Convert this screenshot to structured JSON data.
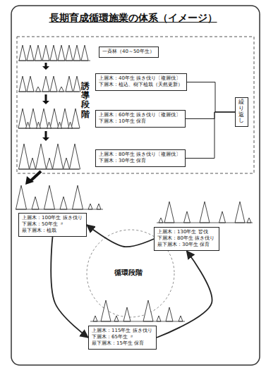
{
  "diagram": {
    "title": "長期育成循環施業の体系（イメージ）",
    "nodes": [
      {
        "text": [
          "一斉林（40～50年生）"
        ]
      },
      {
        "text": [
          "上層木：40年生 抜き伐り〔複層伐〕",
          "下層木：植込、樹下植栽（天然更新）"
        ]
      },
      {
        "text": [
          "上層木：60年生 抜き伐り〔複層伐〕",
          "下層木：10年生 保育"
        ]
      },
      {
        "text": [
          "上層木：80年生 抜き伐り〔複層伐〕",
          "下層木：30年生 保育"
        ]
      },
      {
        "text": [
          "繰り返し"
        ]
      },
      {
        "text": [
          "上層木：100年生 抜き伐り",
          "下層木：50年生 〃",
          "最下層木：植栽"
        ]
      },
      {
        "text": [
          "上層木：130年生 皆伐",
          "下層木：80年生 抜き伐り",
          "最下層木：30年生 保育"
        ]
      },
      {
        "text": [
          "上層木：115年生 抜き伐り",
          "下層木：65年生 〃",
          "最下層木：15年生 保育"
        ]
      }
    ],
    "edges": [
      {
        "from": 1,
        "to": 4,
        "arrow": "none"
      },
      {
        "from": 2,
        "to": 4,
        "arrow": "none"
      },
      {
        "from": 3,
        "to": 4,
        "arrow": "none"
      },
      {
        "from": 6,
        "to": 5,
        "arrow": "to"
      },
      {
        "from": 5,
        "to": 7,
        "arrow": "to"
      },
      {
        "from": 7,
        "to": 6,
        "arrow": "to"
      }
    ],
    "labels": [
      "誘導段階",
      "循環段階"
    ]
  }
}
